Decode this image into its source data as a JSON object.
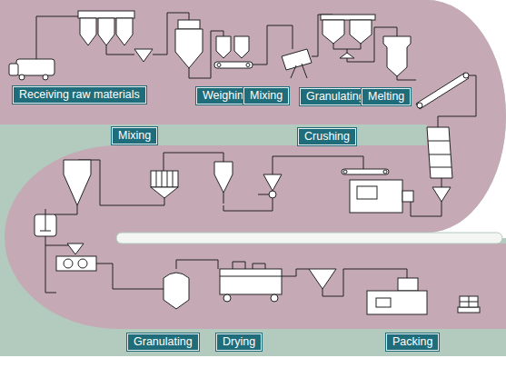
{
  "diagram": {
    "nodes": [
      {
        "text": [
          "Receiving raw materials"
        ]
      },
      {
        "text": [
          "Weighing"
        ]
      },
      {
        "text": [
          "Mixing"
        ]
      },
      {
        "text": [
          "Granulating"
        ]
      },
      {
        "text": [
          "Melting"
        ]
      },
      {
        "text": [
          "Mixing"
        ]
      },
      {
        "text": [
          "Crushing"
        ]
      },
      {
        "text": [
          "Granulating"
        ]
      },
      {
        "text": [
          "Drying"
        ]
      },
      {
        "text": [
          "Packing"
        ]
      }
    ]
  }
}
